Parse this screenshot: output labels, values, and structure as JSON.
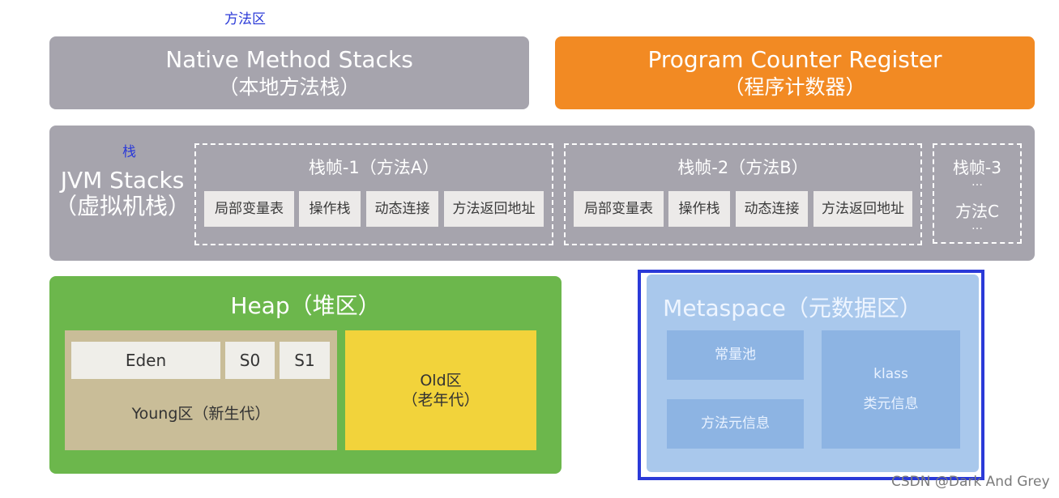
{
  "annotations": {
    "method_area": "方法区",
    "stack": "栈"
  },
  "native_method_stacks": {
    "title": "Native Method Stacks",
    "subtitle": "（本地方法栈）"
  },
  "program_counter_register": {
    "title": "Program Counter Register",
    "subtitle": "（程序计数器）"
  },
  "jvm_stacks": {
    "title_line1": "JVM Stacks",
    "title_line2": "（虚拟机栈）",
    "frames": [
      {
        "title": "栈帧-1（方法A）",
        "slots": [
          "局部变量表",
          "操作栈",
          "动态连接",
          "方法返回地址"
        ]
      },
      {
        "title": "栈帧-2（方法B）",
        "slots": [
          "局部变量表",
          "操作栈",
          "动态连接",
          "方法返回地址"
        ]
      }
    ],
    "frame3": {
      "line1": "栈帧-3",
      "dots": "…",
      "line2": "方法C",
      "dots2": "…"
    }
  },
  "heap": {
    "title": "Heap（堆区）",
    "young": {
      "eden": "Eden",
      "s0": "S0",
      "s1": "S1",
      "label": "Young区（新生代）"
    },
    "old": {
      "line1": "Old区",
      "line2": "（老年代）"
    }
  },
  "metaspace": {
    "title": "Metaspace（元数据区）",
    "constant_pool": "常量池",
    "method_meta": "方法元信息",
    "klass": "klass",
    "klass_meta": "类元信息"
  },
  "watermark": "CSDN @Dark And Grey"
}
